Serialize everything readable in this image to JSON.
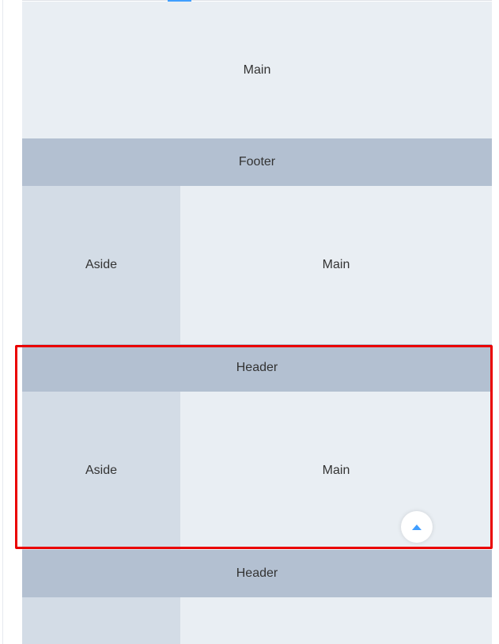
{
  "blocks": {
    "main_1": "Main",
    "footer_1": "Footer",
    "aside_1": "Aside",
    "main_2": "Main",
    "header_1": "Header",
    "aside_2": "Aside",
    "main_3": "Main",
    "header_2": "Header"
  },
  "colors": {
    "main_bg": "#e9eef3",
    "header_footer_bg": "#b3c0d1",
    "aside_bg": "#d3dce6",
    "highlight": "#ea0000",
    "accent": "#409eff"
  },
  "back_to_top": {
    "icon": "caret-up-icon"
  }
}
